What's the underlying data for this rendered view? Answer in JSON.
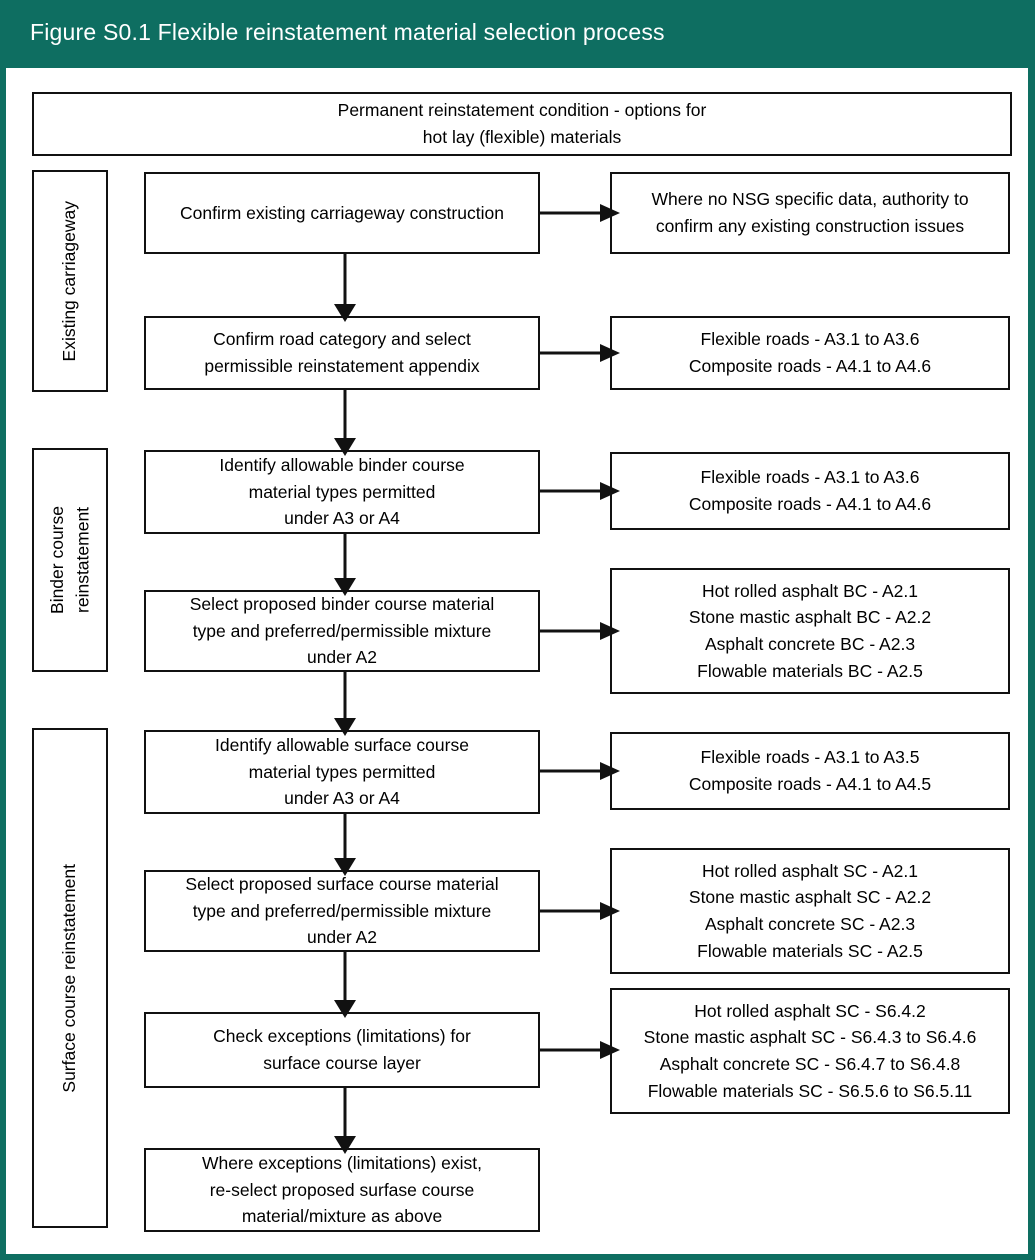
{
  "header": {
    "title": "Figure S0.1 Flexible reinstatement material selection process",
    "band_color": "#0e6e61",
    "text_color": "#ffffff"
  },
  "colors": {
    "accent": "#0e6e61",
    "box_border": "#111111",
    "box_fill": "#ffffff",
    "text": "#000000",
    "page_background": "#ffffff"
  },
  "intro_box": {
    "lines": [
      "Permanent reinstatement condition - options for",
      "hot lay (flexible) materials"
    ]
  },
  "groups": [
    {
      "id": "existing-carriageway",
      "label": "Existing carriageway"
    },
    {
      "id": "binder-course-reinstatement",
      "label": "Binder course\nreinstatement"
    },
    {
      "id": "surface-course-reinstatement",
      "label": "Surface course reinstatement"
    }
  ],
  "steps": [
    {
      "id": "confirm-existing-carriageway-construction",
      "group": "existing-carriageway",
      "process_lines": [
        "Confirm existing carriageway construction"
      ],
      "output_lines": [
        "Where no NSG specific data, authority to",
        "confirm any existing construction issues"
      ]
    },
    {
      "id": "confirm-road-category",
      "group": "existing-carriageway",
      "process_lines": [
        "Confirm road category and select",
        "permissible reinstatement appendix"
      ],
      "output_lines": [
        "Flexible roads - A3.1 to A3.6",
        "Composite roads - A4.1 to A4.6"
      ]
    },
    {
      "id": "identify-allowable-binder-course",
      "group": "binder-course-reinstatement",
      "process_lines": [
        "Identify allowable binder course",
        "material types permitted",
        "under A3 or A4"
      ],
      "output_lines": [
        "Flexible roads - A3.1 to A3.6",
        "Composite roads - A4.1 to A4.6"
      ]
    },
    {
      "id": "select-proposed-binder-course",
      "group": "binder-course-reinstatement",
      "process_lines": [
        "Select proposed binder course material",
        "type and preferred/permissible mixture",
        "under A2"
      ],
      "output_lines": [
        "Hot rolled asphalt BC - A2.1",
        "Stone mastic asphalt BC - A2.2",
        "Asphalt concrete BC -  A2.3",
        "Flowable materials BC - A2.5"
      ]
    },
    {
      "id": "identify-allowable-surface-course",
      "group": "surface-course-reinstatement",
      "process_lines": [
        "Identify allowable surface course",
        "material types permitted",
        "under A3 or A4"
      ],
      "output_lines": [
        "Flexible roads - A3.1 to A3.5",
        "Composite roads - A4.1 to A4.5"
      ]
    },
    {
      "id": "select-proposed-surface-course",
      "group": "surface-course-reinstatement",
      "process_lines": [
        "Select proposed surface course material",
        "type and preferred/permissible mixture",
        "under A2"
      ],
      "output_lines": [
        "Hot rolled asphalt SC - A2.1",
        "Stone mastic asphalt SC - A2.2",
        "Asphalt concrete SC -  A2.3",
        "Flowable materials SC - A2.5"
      ]
    },
    {
      "id": "check-exceptions",
      "group": "surface-course-reinstatement",
      "process_lines": [
        "Check exceptions (limitations) for",
        "surface course layer"
      ],
      "output_lines": [
        "Hot rolled asphalt SC - S6.4.2",
        "Stone mastic asphalt SC - S6.4.3 to S6.4.6",
        "Asphalt concrete SC -  S6.4.7 to S6.4.8",
        "Flowable materials SC - S6.5.6 to S6.5.11"
      ]
    },
    {
      "id": "re-select-proposed-surface-course",
      "group": "surface-course-reinstatement",
      "process_lines": [
        "Where exceptions (limitations) exist,",
        "re-select proposed surfase course",
        "material/mixture as above"
      ],
      "output_lines": []
    }
  ]
}
